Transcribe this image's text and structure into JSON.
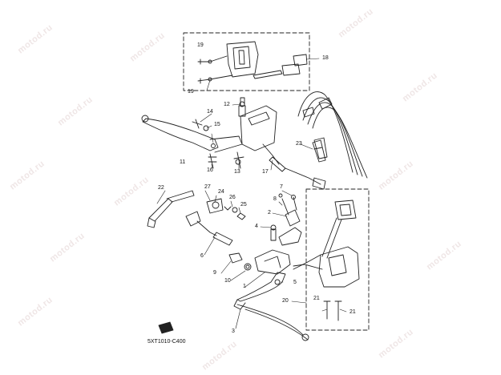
{
  "watermark": "motod.ru",
  "diagram_code": "5XT1010-C400",
  "callouts": [
    "1",
    "2",
    "3",
    "4",
    "5",
    "6",
    "7",
    "8",
    "9",
    "10",
    "11",
    "12",
    "13",
    "14",
    "15",
    "16",
    "17",
    "18",
    "19",
    "19",
    "20",
    "21",
    "21",
    "22",
    "23",
    "24",
    "25",
    "26",
    "27"
  ],
  "colors": {
    "line": "#222222",
    "watermark": "#efe6e6",
    "background": "#ffffff"
  }
}
